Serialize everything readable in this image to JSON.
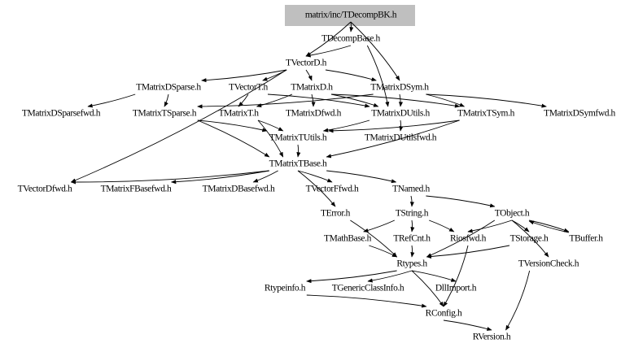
{
  "graph": {
    "root": "matrix/inc/TDecompBK.h",
    "root_fill": "#bfbfbf",
    "nodes": [
      {
        "id": "root",
        "label": "matrix/inc/TDecompBK.h"
      },
      {
        "id": "TDecompBase",
        "label": "TDecompBase.h"
      },
      {
        "id": "TVectorD",
        "label": "TVectorD.h"
      },
      {
        "id": "TMatrixDSparse",
        "label": "TMatrixDSparse.h"
      },
      {
        "id": "TVectorT",
        "label": "TVectorT.h"
      },
      {
        "id": "TMatrixD",
        "label": "TMatrixD.h"
      },
      {
        "id": "TMatrixDSym",
        "label": "TMatrixDSym.h"
      },
      {
        "id": "TMatrixDSparsefwd",
        "label": "TMatrixDSparsefwd.h"
      },
      {
        "id": "TMatrixTSparse",
        "label": "TMatrixTSparse.h"
      },
      {
        "id": "TMatrixT",
        "label": "TMatrixT.h"
      },
      {
        "id": "TMatrixDfwd",
        "label": "TMatrixDfwd.h"
      },
      {
        "id": "TMatrixDUtils",
        "label": "TMatrixDUtils.h"
      },
      {
        "id": "TMatrixTSym",
        "label": "TMatrixTSym.h"
      },
      {
        "id": "TMatrixDSymfwd",
        "label": "TMatrixDSymfwd.h"
      },
      {
        "id": "TMatrixTUtils",
        "label": "TMatrixTUtils.h"
      },
      {
        "id": "TMatrixDUtilsfwd",
        "label": "TMatrixDUtilsfwd.h"
      },
      {
        "id": "TMatrixTBase",
        "label": "TMatrixTBase.h"
      },
      {
        "id": "TVectorDfwd",
        "label": "TVectorDfwd.h"
      },
      {
        "id": "TMatrixFBasefwd",
        "label": "TMatrixFBasefwd.h"
      },
      {
        "id": "TMatrixDBasefwd",
        "label": "TMatrixDBasefwd.h"
      },
      {
        "id": "TVectorFfwd",
        "label": "TVectorFfwd.h"
      },
      {
        "id": "TNamed",
        "label": "TNamed.h"
      },
      {
        "id": "TError",
        "label": "TError.h"
      },
      {
        "id": "TString",
        "label": "TString.h"
      },
      {
        "id": "TObject",
        "label": "TObject.h"
      },
      {
        "id": "TMathBase",
        "label": "TMathBase.h"
      },
      {
        "id": "TRefCnt",
        "label": "TRefCnt.h"
      },
      {
        "id": "Riosfwd",
        "label": "Riosfwd.h"
      },
      {
        "id": "TStorage",
        "label": "TStorage.h"
      },
      {
        "id": "TBuffer",
        "label": "TBuffer.h"
      },
      {
        "id": "Rtypes",
        "label": "Rtypes.h"
      },
      {
        "id": "TVersionCheck",
        "label": "TVersionCheck.h"
      },
      {
        "id": "Rtypeinfo",
        "label": "Rtypeinfo.h"
      },
      {
        "id": "TGenericClassInfo",
        "label": "TGenericClassInfo.h"
      },
      {
        "id": "DllImport",
        "label": "DllImport.h"
      },
      {
        "id": "RConfig",
        "label": "RConfig.h"
      },
      {
        "id": "RVersion",
        "label": "RVersion.h"
      }
    ],
    "edges": [
      [
        "root",
        "TDecompBase"
      ],
      [
        "root",
        "TVectorD"
      ],
      [
        "root",
        "TMatrixDSym"
      ],
      [
        "TDecompBase",
        "TVectorD"
      ],
      [
        "TDecompBase",
        "TMatrixDUtils"
      ],
      [
        "TVectorD",
        "TMatrixDSparse"
      ],
      [
        "TVectorD",
        "TVectorT"
      ],
      [
        "TVectorD",
        "TMatrixD"
      ],
      [
        "TVectorD",
        "TMatrixDSym"
      ],
      [
        "TVectorD",
        "TVectorDfwd"
      ],
      [
        "TMatrixDSparse",
        "TMatrixDSparsefwd"
      ],
      [
        "TMatrixDSparse",
        "TMatrixTSparse"
      ],
      [
        "TVectorT",
        "TMatrixT"
      ],
      [
        "TVectorT",
        "TMatrixDUtils"
      ],
      [
        "TMatrixD",
        "TMatrixDfwd"
      ],
      [
        "TMatrixD",
        "TMatrixT"
      ],
      [
        "TMatrixD",
        "TMatrixDUtils"
      ],
      [
        "TMatrixD",
        "TMatrixTSym"
      ],
      [
        "TMatrixDSym",
        "TMatrixDSymfwd"
      ],
      [
        "TMatrixDSym",
        "TMatrixDUtils"
      ],
      [
        "TMatrixDSym",
        "TMatrixTSym"
      ],
      [
        "TMatrixDSym",
        "TMatrixTSparse"
      ],
      [
        "TMatrixTSparse",
        "TMatrixTUtils"
      ],
      [
        "TMatrixTSparse",
        "TMatrixTBase"
      ],
      [
        "TMatrixT",
        "TMatrixTUtils"
      ],
      [
        "TMatrixT",
        "TMatrixTBase"
      ],
      [
        "TMatrixDUtils",
        "TMatrixTUtils"
      ],
      [
        "TMatrixDUtils",
        "TMatrixDUtilsfwd"
      ],
      [
        "TMatrixTSym",
        "TMatrixTUtils"
      ],
      [
        "TMatrixTSym",
        "TMatrixTBase"
      ],
      [
        "TMatrixTUtils",
        "TMatrixTBase"
      ],
      [
        "TMatrixTBase",
        "TVectorDfwd"
      ],
      [
        "TMatrixTBase",
        "TMatrixFBasefwd"
      ],
      [
        "TMatrixTBase",
        "TMatrixDBasefwd"
      ],
      [
        "TMatrixTBase",
        "TVectorFfwd"
      ],
      [
        "TMatrixTBase",
        "TNamed"
      ],
      [
        "TMatrixTBase",
        "TError"
      ],
      [
        "TNamed",
        "TString"
      ],
      [
        "TNamed",
        "TObject"
      ],
      [
        "TString",
        "TMathBase"
      ],
      [
        "TString",
        "TRefCnt"
      ],
      [
        "TString",
        "Riosfwd"
      ],
      [
        "TObject",
        "Riosfwd"
      ],
      [
        "TObject",
        "TStorage"
      ],
      [
        "TObject",
        "TBuffer"
      ],
      [
        "TObject",
        "TVersionCheck"
      ],
      [
        "TObject",
        "Rtypes"
      ],
      [
        "TBuffer",
        "TObject"
      ],
      [
        "TError",
        "Rtypes"
      ],
      [
        "TMathBase",
        "Rtypes"
      ],
      [
        "TRefCnt",
        "Rtypes"
      ],
      [
        "TStorage",
        "Rtypes"
      ],
      [
        "Rtypes",
        "Rtypeinfo"
      ],
      [
        "Rtypes",
        "TGenericClassInfo"
      ],
      [
        "Rtypes",
        "DllImport"
      ],
      [
        "Rtypes",
        "RConfig"
      ],
      [
        "Riosfwd",
        "RConfig"
      ],
      [
        "Rtypeinfo",
        "RConfig"
      ],
      [
        "RConfig",
        "RVersion"
      ],
      [
        "TVersionCheck",
        "RVersion"
      ]
    ]
  }
}
